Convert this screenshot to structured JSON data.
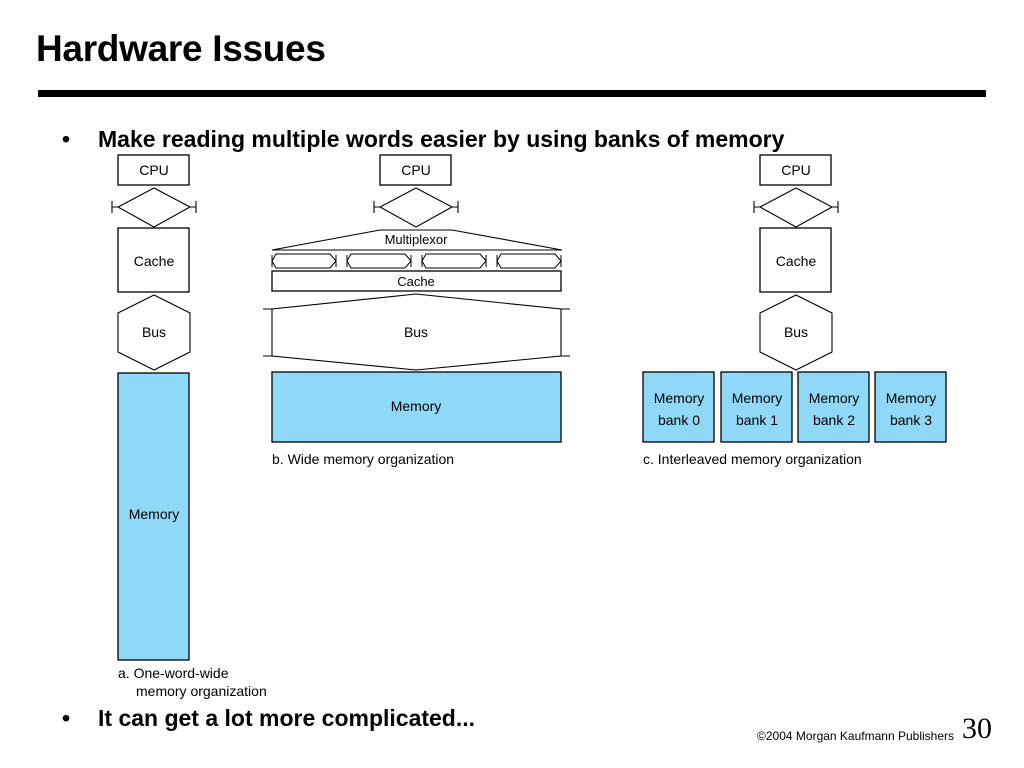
{
  "slide": {
    "title": "Hardware Issues",
    "bullets": [
      {
        "marker": "•",
        "text": "Make reading multiple words easier by using banks of memory"
      },
      {
        "marker": "•",
        "text": "It can get a lot more complicated..."
      }
    ],
    "footer": "©2004 Morgan Kaufmann Publishers",
    "page_number": "30"
  },
  "diagram": {
    "a": {
      "cpu": "CPU",
      "cache": "Cache",
      "bus": "Bus",
      "memory": "Memory",
      "caption_line1": "a. One-word-wide",
      "caption_line2": "memory organization"
    },
    "b": {
      "cpu": "CPU",
      "multiplexor": "Multiplexor",
      "cache": "Cache",
      "bus": "Bus",
      "memory": "Memory",
      "caption": "b. Wide memory organization"
    },
    "c": {
      "cpu": "CPU",
      "cache": "Cache",
      "bus": "Bus",
      "banks": [
        {
          "line1": "Memory",
          "line2": "bank 0"
        },
        {
          "line1": "Memory",
          "line2": "bank 1"
        },
        {
          "line1": "Memory",
          "line2": "bank 2"
        },
        {
          "line1": "Memory",
          "line2": "bank 3"
        }
      ],
      "caption": "c. Interleaved memory organization"
    },
    "colors": {
      "memory_fill": "#8fd8f8",
      "stroke": "#000000"
    }
  }
}
